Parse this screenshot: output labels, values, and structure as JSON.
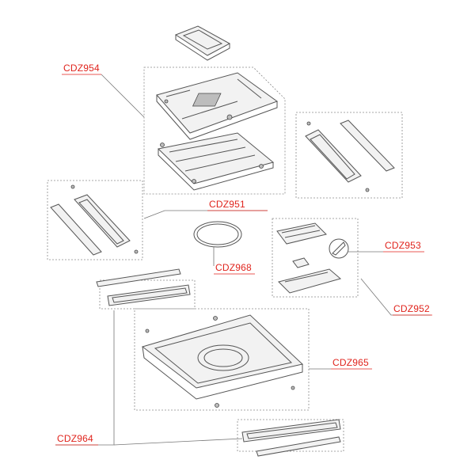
{
  "labels": {
    "cdz954": "CDZ954",
    "cdz951": "CDZ951",
    "cdz953": "CDZ953",
    "cdz968": "CDZ968",
    "cdz952": "CDZ952",
    "cdz965": "CDZ965",
    "cdz964": "CDZ964"
  },
  "colors": {
    "label": "#e0231c",
    "line": "#555555",
    "box": "#8a8a8a"
  }
}
